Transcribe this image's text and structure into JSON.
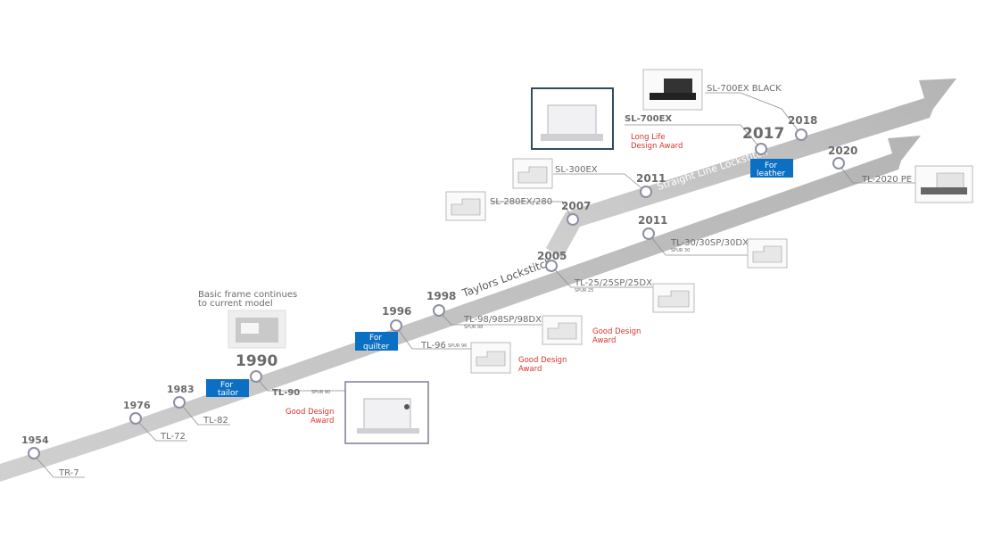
{
  "colors": {
    "track": "#c8c8c8",
    "trackDark": "#b9b9b9",
    "node": "#8d8fa5",
    "text": "#6b6b6b",
    "award": "#d9342b",
    "tag": "#0b6fc4"
  },
  "tracks": {
    "taylors": "Taylors Lockstitch",
    "straight": "Straight Line Lockstitch"
  },
  "years": {
    "y1954": "1954",
    "y1976": "1976",
    "y1983": "1983",
    "y1990": "1990",
    "y1996": "1996",
    "y1998": "1998",
    "y2005": "2005",
    "y2007": "2007",
    "y2011a": "2011",
    "y2011b": "2011",
    "y2017": "2017",
    "y2018": "2018",
    "y2020": "2020"
  },
  "models": {
    "tr7": "TR-7",
    "tl72": "TL-72",
    "tl82": "TL-82",
    "tl90": "TL-90",
    "tl90sub": "SPUR 90",
    "tl96": "TL-96",
    "tl96sub": "SPUR 96",
    "tl98": "TL-98/98SP/98DX",
    "tl98sub": "SPUR 98",
    "tl25": "TL-25/25SP/25DX",
    "tl25sub": "SPUR 25",
    "tl30": "TL-30/30SP/30DX",
    "tl30sub": "SPUR 30",
    "sl280": "SL-280EX/280",
    "sl300": "SL-300EX",
    "sl700": "SL-700EX",
    "sl700black": "SL-700EX BLACK",
    "tl2020": "TL-2020 PE"
  },
  "awards": {
    "tl90_1": "Good Design",
    "tl90_2": "Award",
    "tl96_1": "Good Design",
    "tl96_2": "Award",
    "tl98_1": "Good Design",
    "tl98_2": "Award",
    "sl700_1": "Long Life",
    "sl700_2": "Design Award"
  },
  "tags": {
    "tailor_1": "For",
    "tailor_2": "tailor",
    "quilter_1": "For",
    "quilter_2": "quilter",
    "leather_1": "For",
    "leather_2": "leather"
  },
  "notes": {
    "frame_1": "Basic frame continues",
    "frame_2": "to current model"
  }
}
